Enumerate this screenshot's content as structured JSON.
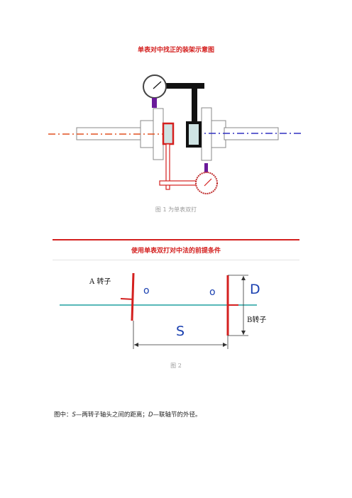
{
  "figure1": {
    "title": "单表对中找正的装架示意图",
    "caption": "图 1 为单表双打"
  },
  "section": {
    "title": "使用单表双打对中法的前提条件"
  },
  "figure2": {
    "label_a": "A 转子",
    "label_b": "B转子",
    "label_d": "D",
    "label_s": "S",
    "mark_o1": "o",
    "mark_o2": "o",
    "caption": "图 2"
  },
  "note": {
    "prefix": "图中：",
    "s_symbol": "S",
    "s_text": "—两转子轴头之间的距离；",
    "d_symbol": "D",
    "d_text": "—联轴节的外径。"
  },
  "colors": {
    "accent_red": "#d4201f",
    "shaft_orange": "#e05020",
    "shaft_blue": "#3030c0",
    "axis_teal": "#20a0a0",
    "bracket_purple": "#6a1a9a"
  }
}
